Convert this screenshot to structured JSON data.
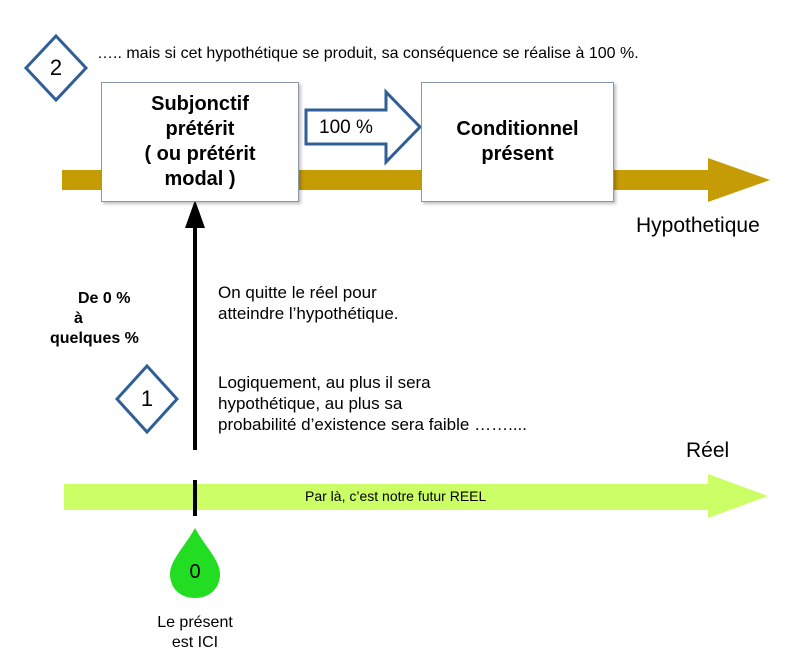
{
  "step2": {
    "number": "2",
    "note": "….. mais si cet hypothétique se produit, sa conséquence se réalise à 100 %."
  },
  "hypothetical_axis": {
    "label": "Hypothetique",
    "color": "#c59b06",
    "box_left": "Subjonctif prétérit ( ou prétérit modal )",
    "box_left_lines": [
      "Subjonctif",
      "prétérit",
      "( ou prétérit",
      "modal )"
    ],
    "arrow_label": "100 %",
    "box_right_lines": [
      "Conditionnel",
      "présent"
    ]
  },
  "vertical_arrow": {
    "range_lines": [
      "De 0 %",
      "à",
      "quelques %"
    ],
    "note1_lines": [
      "On quitte le réel pour",
      "atteindre l’hypothétique."
    ],
    "note2_lines": [
      "Logiquement, au plus il sera",
      "hypothétique, au plus sa",
      "probabilité d’existence sera faible   ……...."
    ]
  },
  "step1": {
    "number": "1"
  },
  "real_axis": {
    "label": "Réel",
    "color": "#ccff66",
    "arrow_text": "Par là, c’est notre futur REEL"
  },
  "present_marker": {
    "number": "0",
    "color": "#22dd22",
    "caption_lines": [
      "Le présent",
      "est ICI"
    ]
  },
  "colors": {
    "diamond_border": "#2f5f96",
    "arrow_outline": "#2f5f96"
  }
}
